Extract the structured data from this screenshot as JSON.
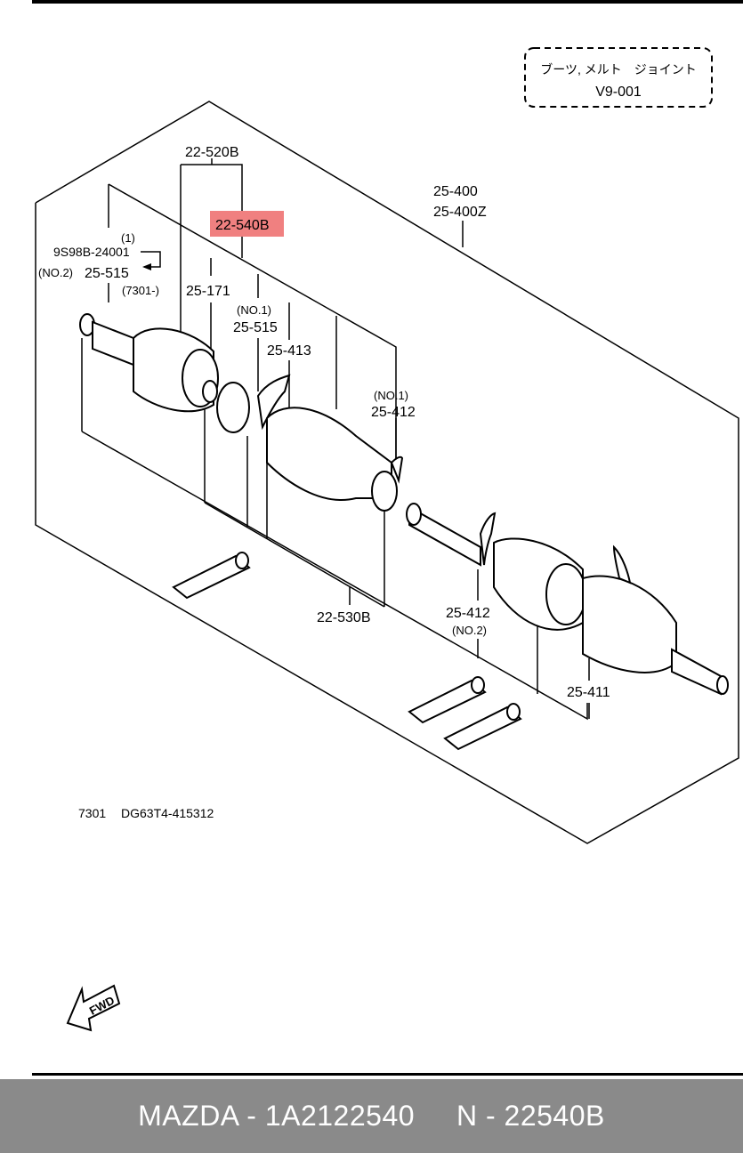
{
  "title_box": {
    "line1": "ブーツ, メルト　ジョイント",
    "line2": "V9-001"
  },
  "labels": {
    "l_22_520b": "22-520B",
    "l_22_540b": "22-540B",
    "l_25_400": "25-400",
    "l_25_400z": "25-400Z",
    "l_1": "(1)",
    "l_9s98b": "9S98B-24001",
    "l_no2_a": "(NO.2)",
    "l_25_515_a": "25-515",
    "l_7301": "(7301-)",
    "l_25_171": "25-171",
    "l_no1_a": "(NO.1)",
    "l_25_515_b": "25-515",
    "l_25_413": "25-413",
    "l_no1_b": "(NO.1)",
    "l_25_412_a": "25-412",
    "l_22_530b": "22-530B",
    "l_25_412_b": "25-412",
    "l_no2_b": "(NO.2)",
    "l_25_411": "25-411",
    "code_left": "7301",
    "code_right": "DG63T4-415312",
    "fwd": "FWD"
  },
  "highlight_color": "#f08080",
  "footer": {
    "text": "MAZDA - 1A2122540     N - 22540B"
  }
}
